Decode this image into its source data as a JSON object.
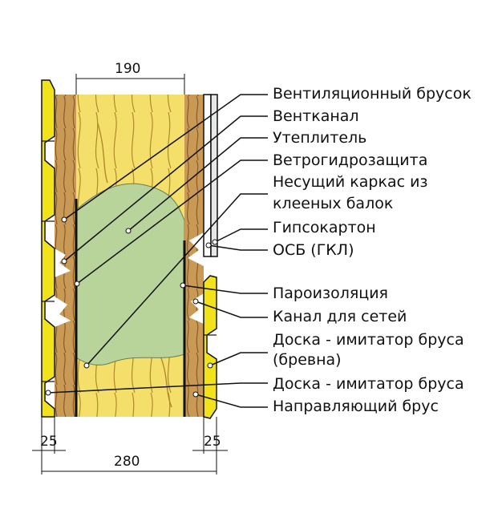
{
  "dimensions": {
    "core_width": "190",
    "left_layer": "25",
    "right_layer": "25",
    "total_width": "280"
  },
  "labels": [
    "Вентиляционный брусок",
    "Вентканал",
    "Утеплитель",
    "Ветрогидрозащита",
    "Несущий каркас из",
    "клееных балок",
    "Гипсокартон",
    "ОСБ (ГКЛ)",
    "Пароизоляция",
    "Канал для сетей",
    "Доска - имитатор бруса",
    "(бревна)",
    "Доска - имитатор бруса",
    "Направляющий брус"
  ],
  "colors": {
    "cladding": "#f2e21a",
    "beam": "#c99a55",
    "core_wood": "#f3df6a",
    "insulation": "#b9d49a"
  }
}
